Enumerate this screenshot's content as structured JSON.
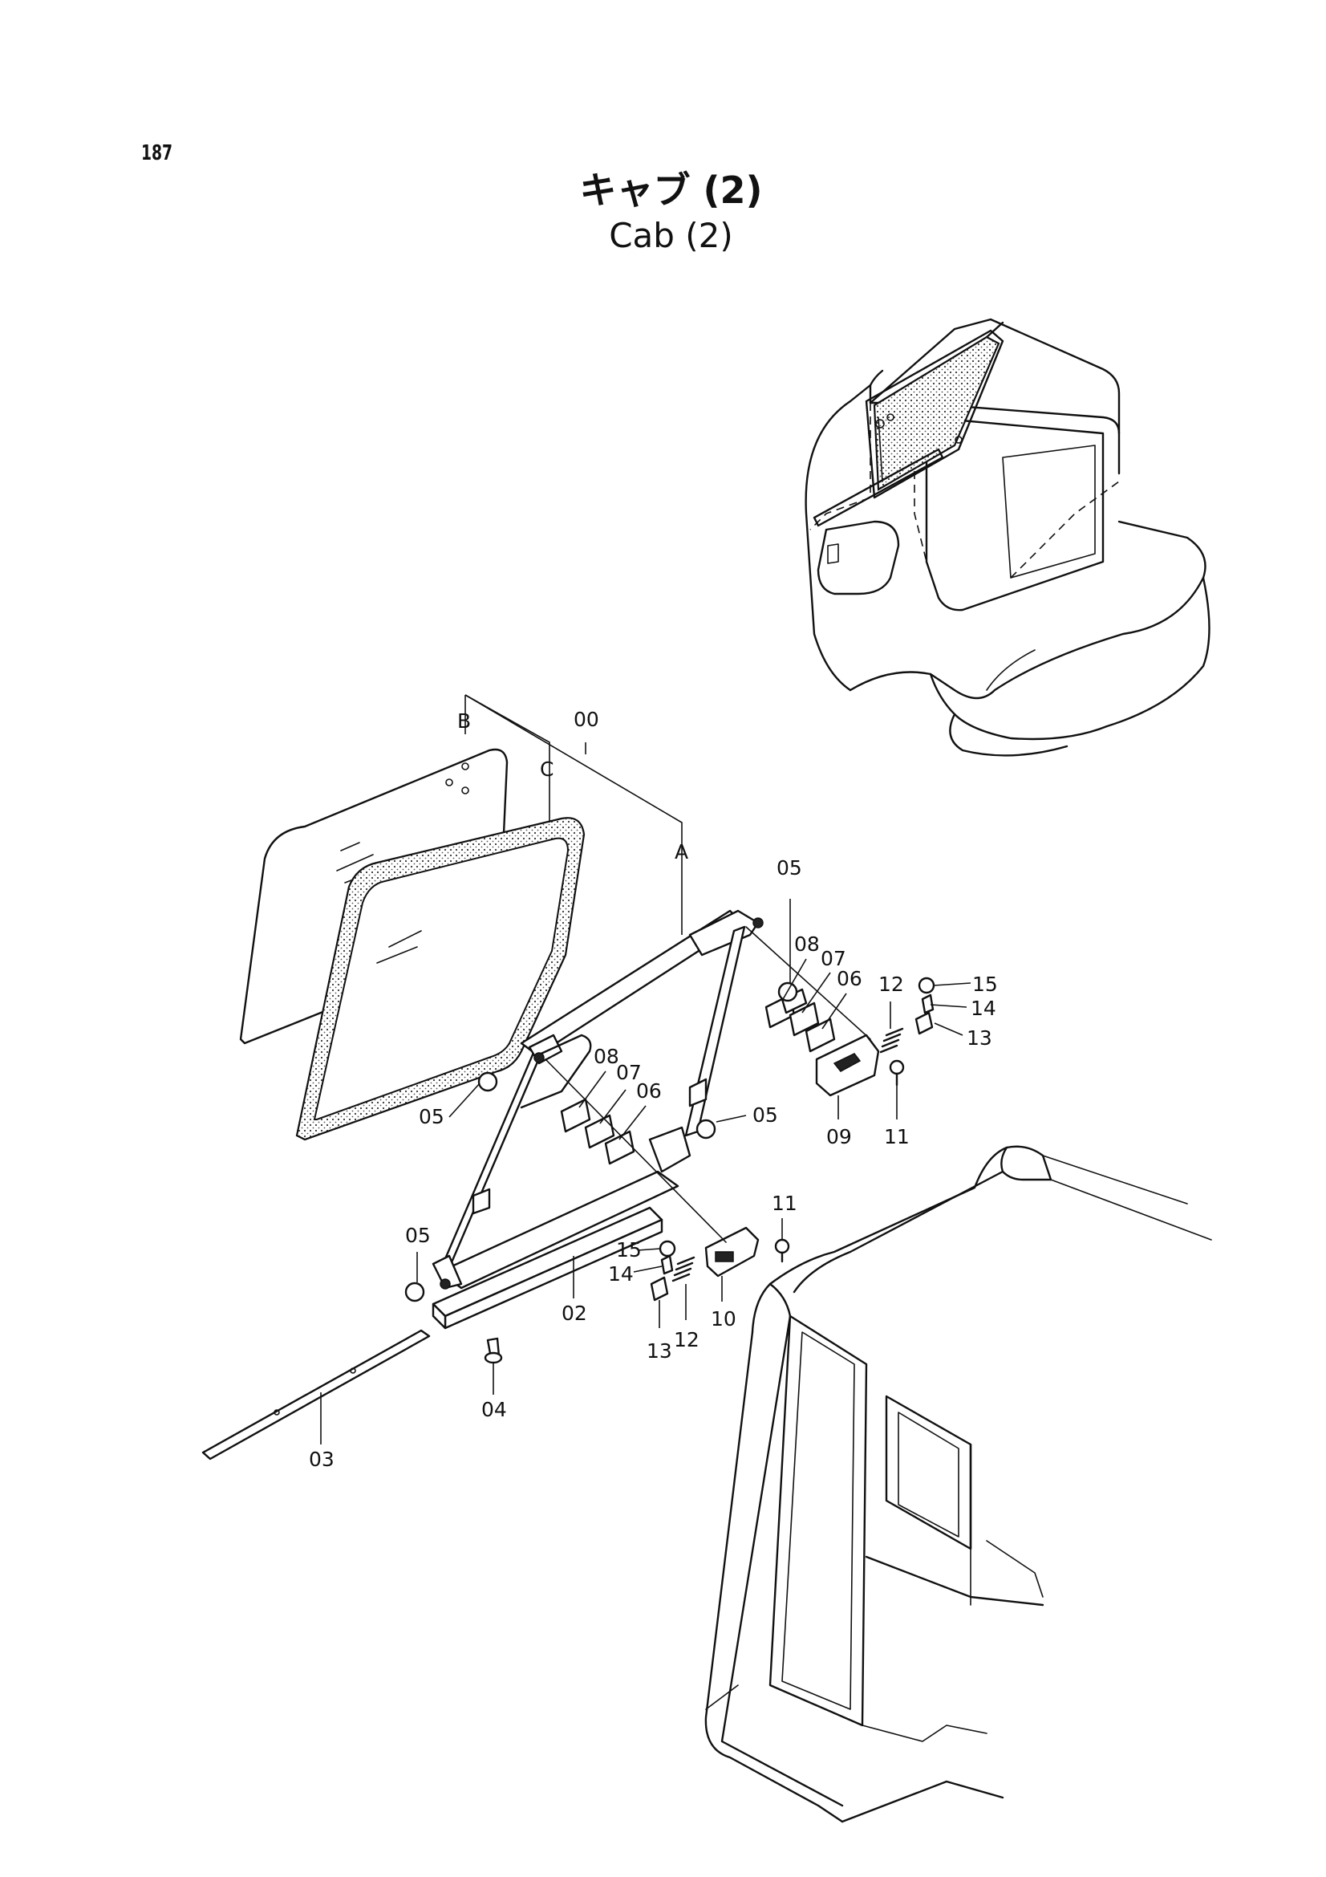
{
  "page_number": "187",
  "title_jp": "キャブ (2)",
  "title_en": "Cab (2)",
  "callouts": {
    "c00": "00",
    "cA": "A",
    "cB": "B",
    "cC": "C",
    "c05a": "05",
    "c05b": "05",
    "c05c": "05",
    "c05d": "05",
    "c08a": "08",
    "c07a": "07",
    "c06a": "06",
    "c08b": "08",
    "c07b": "07",
    "c06b": "06",
    "c12a": "12",
    "c15a": "15",
    "c14a": "14",
    "c13a": "13",
    "c09": "09",
    "c11a": "11",
    "c11b": "11",
    "c15b": "15",
    "c14b": "14",
    "c10": "10",
    "c13b": "13",
    "c12b": "12",
    "c02": "02",
    "c03": "03",
    "c04": "04"
  }
}
